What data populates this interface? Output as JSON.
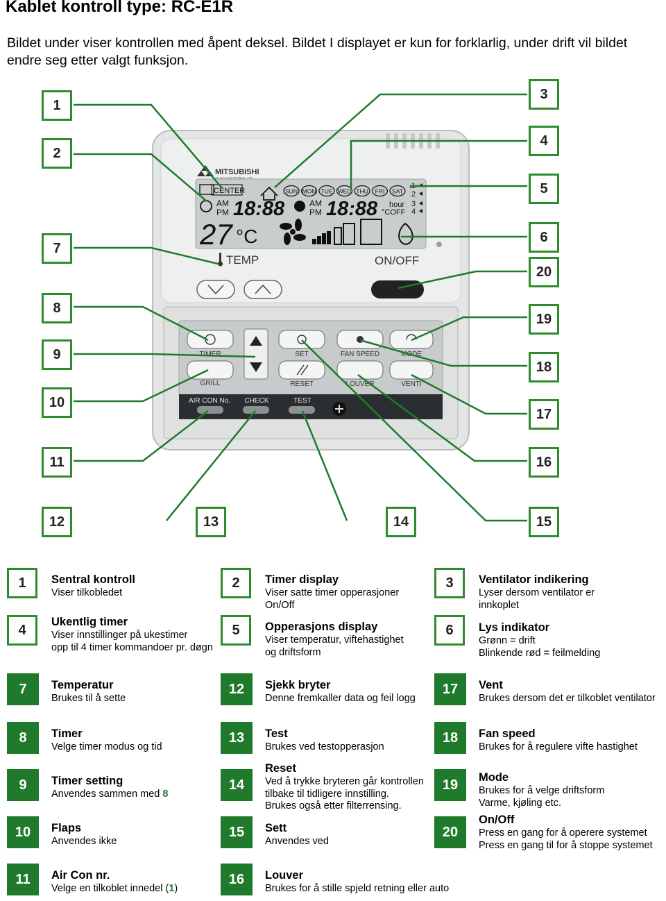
{
  "page": {
    "title": "Kablet kontroll type: RC-E1R",
    "intro": "Bildet under viser kontrollen med åpent deksel. Bildet I displayet er kun for forklarlig, under drift vil bildet endre seg  etter valgt funksjon."
  },
  "controller": {
    "brand": "MITSUBISHI",
    "brand_sub": "HEAVY INDUSTRIES, LTD.",
    "center_label": "CENTER",
    "am": "AM",
    "pm": "PM",
    "time1": "18:88",
    "time2": "18:88",
    "days": [
      "SUN",
      "MON",
      "TUE",
      "WED",
      "THU",
      "FRI",
      "SAT"
    ],
    "slots": [
      "1",
      "2",
      "3",
      "4"
    ],
    "hour_label": "hour",
    "coff_label": "°COFF",
    "temp_value": "27",
    "temp_unit": "°C",
    "temp_label": "TEMP",
    "onoff_label": "ON/OFF",
    "btn_timer": "TIMER",
    "btn_set": "SET",
    "btn_fan_speed": "FAN SPEED",
    "btn_mode": "MODE",
    "btn_grill": "GRILL",
    "btn_reset": "RESET",
    "btn_louver": "LOUVER",
    "btn_venti": "VENTI",
    "btn_aircon": "AIR CON No.",
    "btn_check": "CHECK",
    "btn_test": "TEST"
  },
  "callouts": [
    "1",
    "2",
    "3",
    "4",
    "5",
    "6",
    "7",
    "8",
    "9",
    "10",
    "11",
    "12",
    "13",
    "14",
    "15",
    "16",
    "17",
    "18",
    "19",
    "20"
  ],
  "legend": [
    {
      "num": "1",
      "title": "Sentral kontroll",
      "desc": "Viser tilkobledet",
      "accent": ""
    },
    {
      "num": "2",
      "title": "Timer display",
      "desc": "Viser satte timer opperasjoner\nOn/Off",
      "accent": ""
    },
    {
      "num": "3",
      "title": "Ventilator indikering",
      "desc": "Lyser dersom ventilator er\ninnkoplet",
      "accent": ""
    },
    {
      "num": "4",
      "title": "Ukentlig timer",
      "desc": "Viser innstillinger på ukestimer\nopp til 4 timer kommandoer pr. døgn",
      "accent": ""
    },
    {
      "num": "5",
      "title": "Opperasjons display",
      "desc": "Viser temperatur, viftehastighet\nog driftsform",
      "accent": ""
    },
    {
      "num": "6",
      "title": "Lys indikator",
      "desc": "Grønn = drift\nBlinkende rød = feilmelding",
      "accent": ""
    },
    {
      "num": "7",
      "title": "Temperatur",
      "desc": "Brukes til å sette",
      "accent": ""
    },
    {
      "num": "12",
      "title": "Sjekk bryter",
      "desc": "Denne fremkaller data og feil logg",
      "accent": ""
    },
    {
      "num": "17",
      "title": "Vent",
      "desc": "Brukes dersom det er tilkoblet ventilator",
      "accent": ""
    },
    {
      "num": "8",
      "title": "Timer",
      "desc": "Velge timer modus og tid",
      "accent": ""
    },
    {
      "num": "13",
      "title": "Test",
      "desc": "Brukes ved testopperasjon",
      "accent": ""
    },
    {
      "num": "18",
      "title": "Fan speed",
      "desc": "Brukes for å regulere vifte hastighet",
      "accent": ""
    },
    {
      "num": "9",
      "title": "Timer setting",
      "desc": "Anvendes sammen med ",
      "accent": "8"
    },
    {
      "num": "14",
      "title": "Reset",
      "desc": "Ved å trykke bryteren går kontrollen\ntilbake til tidligere innstilling.\nBrukes også etter filterrensing.",
      "accent": ""
    },
    {
      "num": "19",
      "title": "Mode",
      "desc": "Brukes for å velge driftsform\nVarme, kjøling etc.",
      "accent": ""
    },
    {
      "num": "10",
      "title": "Flaps",
      "desc": "Anvendes ikke",
      "accent": ""
    },
    {
      "num": "15",
      "title": "Sett",
      "desc": "Anvendes ved",
      "accent": ""
    },
    {
      "num": "20",
      "title": "On/Off",
      "desc": "Press en gang for å operere systemet\nPress en gang til for å stoppe systemet",
      "accent": ""
    },
    {
      "num": "11",
      "title": "Air Con nr.",
      "desc": "Velge en tilkoblet innedel (",
      "accent": "1",
      "tail": ")"
    },
    {
      "num": "16",
      "title": "Louver",
      "desc": "Brukes for å stille spjeld retning eller auto",
      "accent": ""
    }
  ]
}
